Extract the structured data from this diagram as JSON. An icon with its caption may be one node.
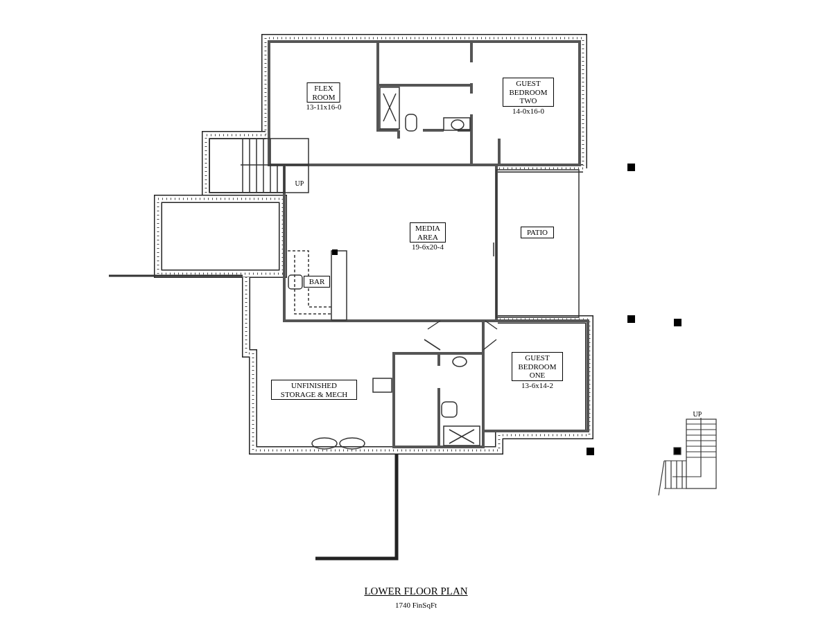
{
  "diagram": {
    "title": "LOWER FLOOR PLAN",
    "caption": "1740 FinSqFt",
    "nodes": [
      {
        "text": [
          "FLEX ROOM"
        ],
        "beside": [
          "13-11x16-0"
        ]
      },
      {
        "text": [
          "GUEST BEDROOM TWO"
        ],
        "beside": [
          "14-0x16-0"
        ]
      },
      {
        "text": [
          "MEDIA AREA"
        ],
        "beside": [
          "19-6x20-4"
        ]
      },
      {
        "text": [
          "PATIO"
        ]
      },
      {
        "text": [
          "BAR"
        ]
      },
      {
        "text": [
          "UNFINISHED STORAGE & MECH"
        ]
      },
      {
        "text": [
          "GUEST BEDROOM ONE"
        ],
        "beside": [
          "13-6x14-2"
        ]
      }
    ],
    "edges": [],
    "labels": [
      "UP",
      "UP"
    ]
  }
}
